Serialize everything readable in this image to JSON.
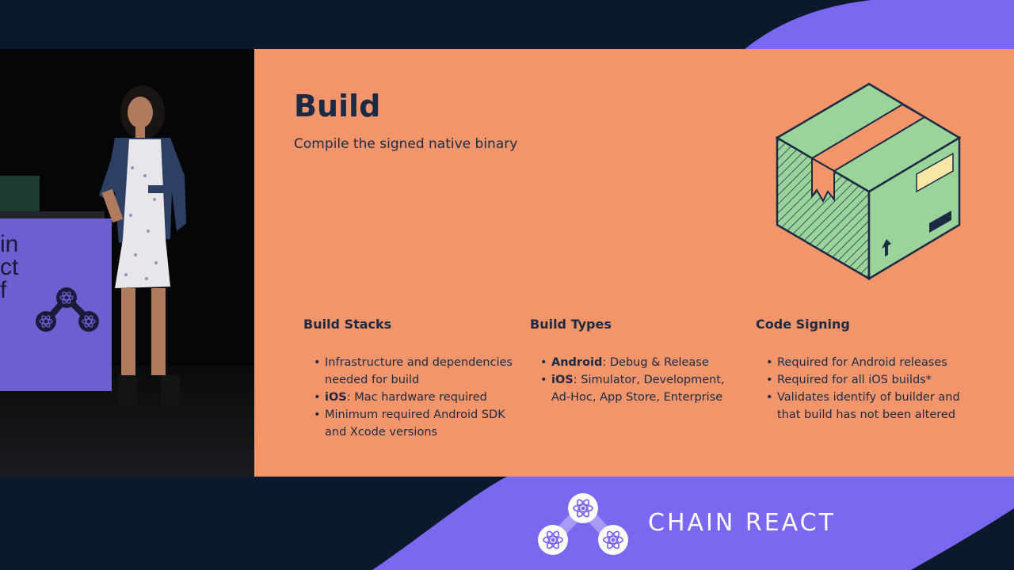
{
  "colors": {
    "page_background": "#0b1a2b",
    "brand_purple": "#7a68f0",
    "slide_background": "#f2956a",
    "text_dark": "#1c2a44",
    "box_green": "#9bd49a",
    "tape": "#f2956a",
    "label_yellow": "#f7e6a6"
  },
  "slide": {
    "title": "Build",
    "subtitle": "Compile the signed native binary",
    "illustration_icon": "cardboard-box-icon",
    "columns": [
      {
        "heading": "Build Stacks",
        "items": [
          {
            "bold": "",
            "text": "Infrastructure and dependencies needed for build"
          },
          {
            "bold": "iOS",
            "text": ": Mac hardware required"
          },
          {
            "bold": "",
            "text": "Minimum required Android SDK and Xcode versions"
          }
        ]
      },
      {
        "heading": "Build Types",
        "items": [
          {
            "bold": "Android",
            "text": ": Debug & Release"
          },
          {
            "bold": "iOS",
            "text": ": Simulator, Development, Ad-Hoc, App Store, Enterprise"
          }
        ]
      },
      {
        "heading": "Code Signing",
        "items": [
          {
            "bold": "",
            "text": "Required for Android releases"
          },
          {
            "bold": "",
            "text": "Required for all iOS builds*"
          },
          {
            "bold": "",
            "text": "Validates identify of builder and that build has not been altered"
          }
        ]
      }
    ]
  },
  "podium": {
    "text": "in\nct\nf",
    "logo_icon": "react-atom-triad-icon"
  },
  "brand": {
    "name": "CHAIN REACT",
    "logo_icon": "react-atom-triad-icon"
  }
}
